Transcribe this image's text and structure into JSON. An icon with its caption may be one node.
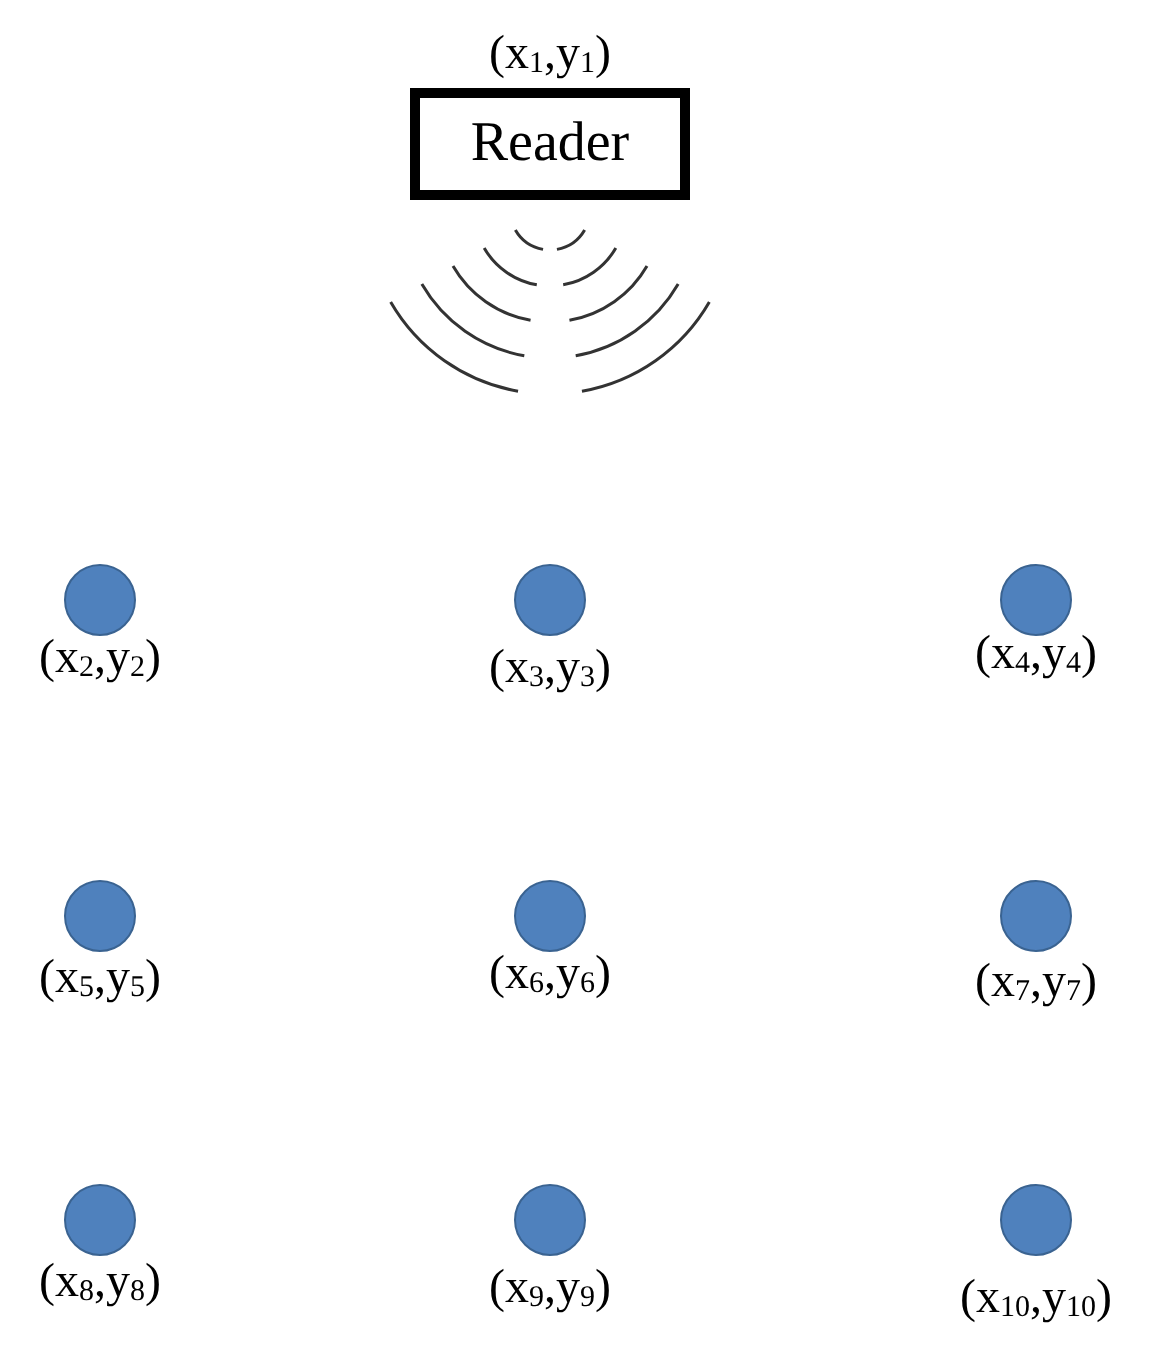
{
  "diagram": {
    "nodes": [
      {
        "text": [
          "Reader"
        ],
        "beside": [
          "(x$_{1}$,y$_{1}$)"
        ]
      },
      {
        "text": [],
        "shape": "circle",
        "beside": [
          "(x$_{2}$,y$_{2}$)"
        ]
      },
      {
        "text": [],
        "shape": "circle",
        "beside": [
          "(x$_{3}$,y$_{3}$)"
        ]
      },
      {
        "text": [],
        "shape": "circle",
        "beside": [
          "(x$_{4}$,y$_{4}$)"
        ]
      },
      {
        "text": [],
        "shape": "circle",
        "beside": [
          "(x$_{5}$,y$_{5}$)"
        ]
      },
      {
        "text": [],
        "shape": "circle",
        "beside": [
          "(x$_{6}$,y$_{6}$)"
        ]
      },
      {
        "text": [],
        "shape": "circle",
        "beside": [
          "(x$_{7}$,y$_{7}$)"
        ]
      },
      {
        "text": [],
        "shape": "circle",
        "beside": [
          "(x$_{8}$,y$_{8}$)"
        ]
      },
      {
        "text": [],
        "shape": "circle",
        "beside": [
          "(x$_{9}$,y$_{9}$)"
        ]
      },
      {
        "text": [],
        "shape": "circle",
        "beside": [
          "(x$_{10}$,y$_{10}$)"
        ]
      }
    ]
  }
}
